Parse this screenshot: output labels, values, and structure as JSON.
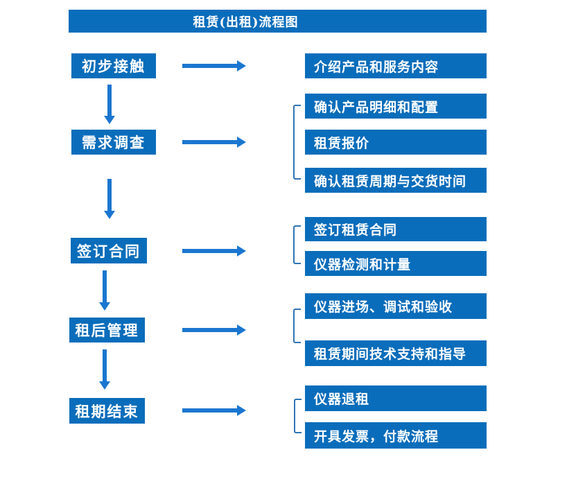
{
  "title": "租赁(出租)流程图",
  "colors": {
    "box_fill": "#0a6dbb",
    "arrow": "#1b76d0",
    "bracket": "#2e74b5",
    "text": "#ffffff",
    "background": "#ffffff"
  },
  "steps": [
    {
      "label": "初步接触",
      "details": [
        "介绍产品和服务内容"
      ]
    },
    {
      "label": "需求调查",
      "details": [
        "确认产品明细和配置",
        "租赁报价",
        "确认租赁周期与交货时间"
      ]
    },
    {
      "label": "签订合同",
      "details": [
        "签订租赁合同",
        "仪器检测和计量"
      ]
    },
    {
      "label": "租后管理",
      "details": [
        "仪器进场、调试和验收",
        "租赁期间技术支持和指导"
      ]
    },
    {
      "label": "租期结束",
      "details": [
        "仪器退租",
        "开具发票，付款流程"
      ]
    }
  ]
}
